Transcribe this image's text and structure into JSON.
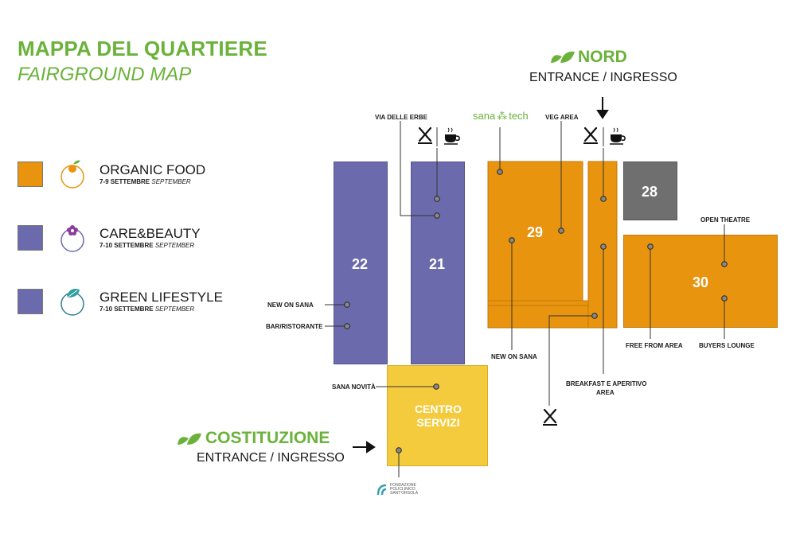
{
  "title": {
    "line1": "MAPPA DEL QUARTIERE",
    "line2": "FAIRGROUND MAP"
  },
  "legend": [
    {
      "name": "ORGANIC FOOD",
      "dates": "7-9 SETTEMBRE",
      "dates_en": "SEPTEMBER",
      "color": "#e8940f",
      "icon": "orange-fruit-icon"
    },
    {
      "name": "CARE&BEAUTY",
      "dates": "7-10 SETTEMBRE",
      "dates_en": "SEPTEMBER",
      "color": "#6b6aad",
      "icon": "flower-icon"
    },
    {
      "name": "GREEN LIFESTYLE",
      "dates": "7-10 SETTEMBRE",
      "dates_en": "SEPTEMBER",
      "color": "#6b6aad",
      "icon": "leaf-icon"
    }
  ],
  "halls": {
    "h22": "22",
    "h21": "21",
    "h29": "29",
    "h28": "28",
    "h30": "30",
    "centro": [
      "CENTRO",
      "SERVIZI"
    ]
  },
  "colors": {
    "organic": "#e8940f",
    "care": "#6b6aad",
    "service": "#f4cb3c",
    "other": "#6f6f6f",
    "accent": "#6ab23a"
  },
  "labels": {
    "via_delle_erbe": "VIA DELLE ERBE",
    "sanatech_a": "sana",
    "sanatech_b": "tech",
    "veg_area": "VEG AREA",
    "open_theatre": "OPEN THEATRE",
    "new_on_sana_left": "NEW ON SANA",
    "bar_ristorante": "BAR/RISTORANTE",
    "new_on_sana_mid": "NEW ON SANA",
    "breakfast_1": "BREAKFAST E APERITIVO",
    "breakfast_2": "AREA",
    "free_from": "FREE FROM AREA",
    "buyers_lounge": "BUYERS LOUNGE",
    "sana_novita": "SANA NOVITÀ",
    "fondazione": [
      "FONDAZIONE",
      "POLICLINICO",
      "SANT'ORSOLA"
    ]
  },
  "entrances": {
    "nord": {
      "name": "NORD",
      "sub": "ENTRANCE / INGRESSO"
    },
    "costituzione": {
      "name": "COSTITUZIONE",
      "sub": "ENTRANCE / INGRESSO"
    }
  }
}
